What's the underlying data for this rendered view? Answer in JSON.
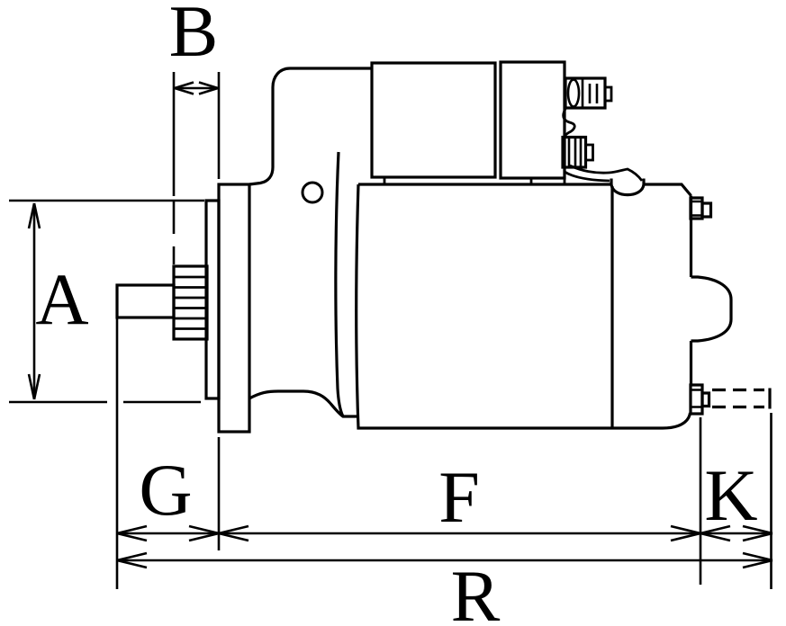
{
  "diagram": {
    "background_color": "#ffffff",
    "line_color": "#000000",
    "labels": {
      "a": "A",
      "b": "B",
      "g": "G",
      "f": "F",
      "k": "K",
      "r": "R"
    }
  }
}
